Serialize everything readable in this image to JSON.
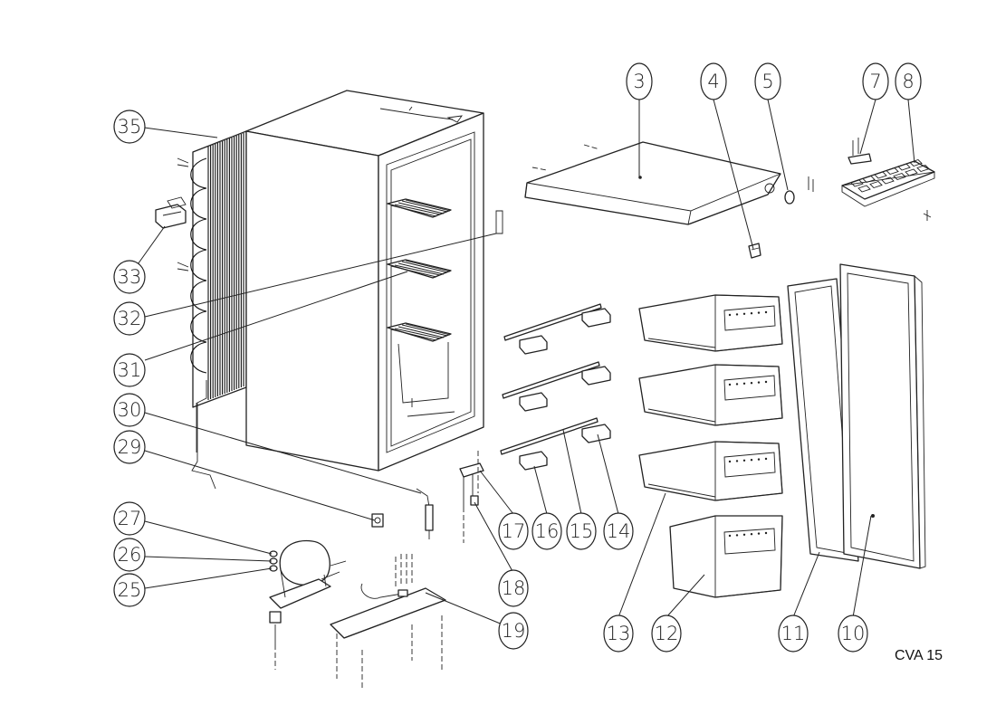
{
  "model_code": "CVA 15",
  "callouts": [
    {
      "id": "3",
      "label": "3"
    },
    {
      "id": "4",
      "label": "4"
    },
    {
      "id": "5",
      "label": "5"
    },
    {
      "id": "7",
      "label": "7"
    },
    {
      "id": "8",
      "label": "8"
    },
    {
      "id": "10",
      "label": "10"
    },
    {
      "id": "11",
      "label": "11"
    },
    {
      "id": "12",
      "label": "12"
    },
    {
      "id": "13",
      "label": "13"
    },
    {
      "id": "14",
      "label": "14"
    },
    {
      "id": "15",
      "label": "15"
    },
    {
      "id": "16",
      "label": "16"
    },
    {
      "id": "17",
      "label": "17"
    },
    {
      "id": "18",
      "label": "18"
    },
    {
      "id": "19",
      "label": "19"
    },
    {
      "id": "25",
      "label": "25"
    },
    {
      "id": "26",
      "label": "26"
    },
    {
      "id": "27",
      "label": "27"
    },
    {
      "id": "29",
      "label": "29"
    },
    {
      "id": "30",
      "label": "30"
    },
    {
      "id": "31",
      "label": "31"
    },
    {
      "id": "32",
      "label": "32"
    },
    {
      "id": "33",
      "label": "33"
    },
    {
      "id": "35",
      "label": "35"
    }
  ]
}
